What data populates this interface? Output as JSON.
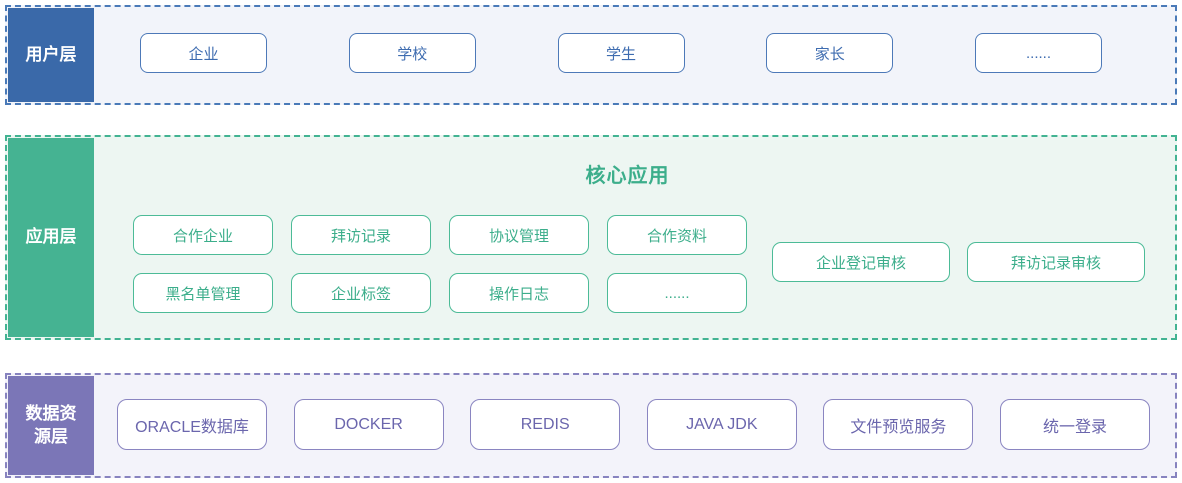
{
  "diagram": {
    "layers": {
      "users": {
        "label": "用户层",
        "items": [
          "企业",
          "学校",
          "学生",
          "家长",
          "......"
        ]
      },
      "application": {
        "label": "应用层",
        "title": "核心应用",
        "modules": [
          "合作企业",
          "拜访记录",
          "协议管理",
          "合作资料",
          "黑名单管理",
          "企业标签",
          "操作日志",
          "......"
        ],
        "audits": [
          "企业登记审核",
          "拜访记录审核"
        ]
      },
      "data": {
        "label": "数据资源层",
        "items": [
          "ORACLE数据库",
          "DOCKER",
          "REDIS",
          "JAVA JDK",
          "文件预览服务",
          "统一登录"
        ]
      }
    },
    "colors": {
      "users_accent": "#3a69a9",
      "users_border": "#4a7ab8",
      "users_bg": "#f2f4fa",
      "application_accent": "#45b392",
      "application_border": "#42b392",
      "application_bg": "#edf6f2",
      "data_accent": "#7b76b7",
      "data_border": "#8783bf",
      "data_bg": "#f3f3fa"
    }
  }
}
